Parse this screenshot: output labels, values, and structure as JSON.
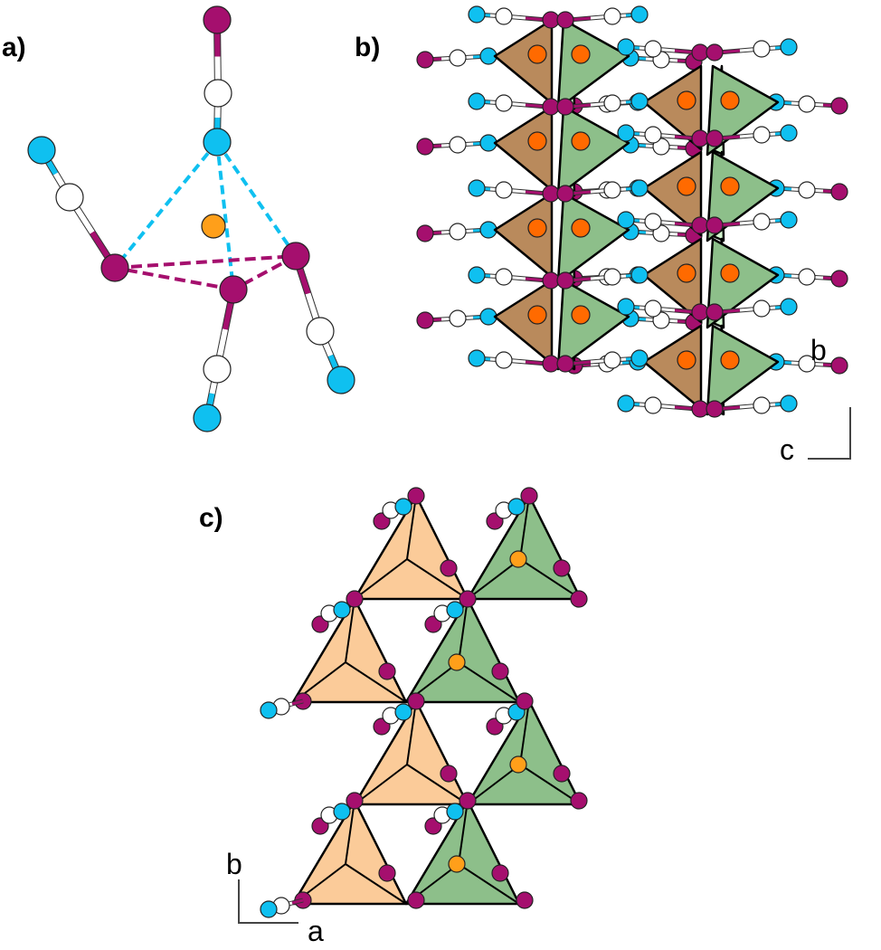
{
  "panels": {
    "a": {
      "label": "a)"
    },
    "b": {
      "label": "b)",
      "axis_vertical": "b",
      "axis_horizontal": "c"
    },
    "c": {
      "label": "c)",
      "axis_vertical": "b",
      "axis_horizontal": "a"
    }
  },
  "colors": {
    "magenta": "#a50f6e",
    "cyan": "#0fc0f0",
    "white": "#ffffff",
    "orange": "#ff6a00",
    "orange_light": "#ff9f1a",
    "brown": "#b98a5c",
    "green": "#8dbf8a",
    "light_green": "#d4f7d0",
    "peach": "#fbcb99"
  }
}
